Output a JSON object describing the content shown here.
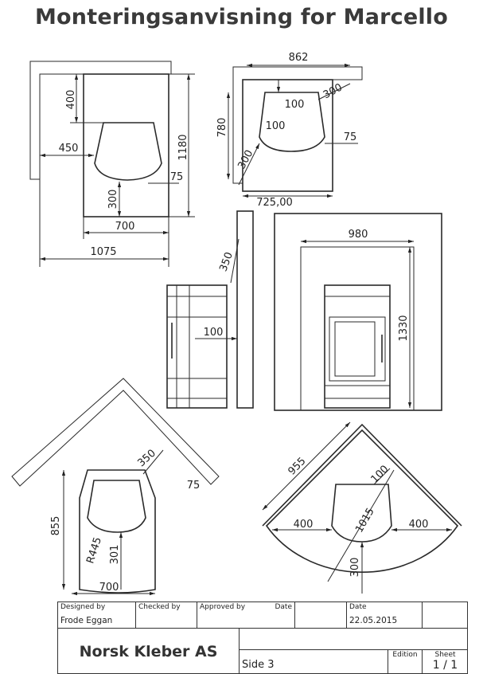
{
  "title": "Monteringsanvisning for Marcello",
  "colors": {
    "panel": "#dcccec",
    "glass": "#d2b13c",
    "line": "#2a2a2a"
  },
  "wall_view": {
    "d400": "400",
    "d450": "450",
    "d1180": "1180",
    "d75": "75",
    "d300": "300",
    "d700": "700",
    "d1075": "1075"
  },
  "corner_wall_view": {
    "d862": "862",
    "d100a": "100",
    "d300a": "300",
    "d100b": "100",
    "d780": "780",
    "d75": "75",
    "d300b": "300",
    "d725": "725,00"
  },
  "side_view": {
    "d350": "350",
    "d100": "100"
  },
  "front_view": {
    "d980": "980",
    "d1330": "1330"
  },
  "corner_plate": {
    "d350": "350",
    "d75": "75",
    "d855": "855",
    "r445": "R445",
    "d301": "301",
    "d700": "700"
  },
  "round_corner": {
    "d955": "955",
    "d100": "100",
    "d400a": "400",
    "d1015": "1015",
    "d400b": "400",
    "d300": "300"
  },
  "title_block": {
    "designed_by_label": "Designed by",
    "designed_by": "Frode Eggan",
    "checked_by_label": "Checked by",
    "approved_by_label": "Approved by",
    "date_label_1": "Date",
    "date_label_2": "Date",
    "date": "22.05.2015",
    "company": "Norsk Kleber AS",
    "sheet_name": "Side 3",
    "edition_label": "Edition",
    "sheet_label": "Sheet",
    "sheet": "1 / 1"
  }
}
